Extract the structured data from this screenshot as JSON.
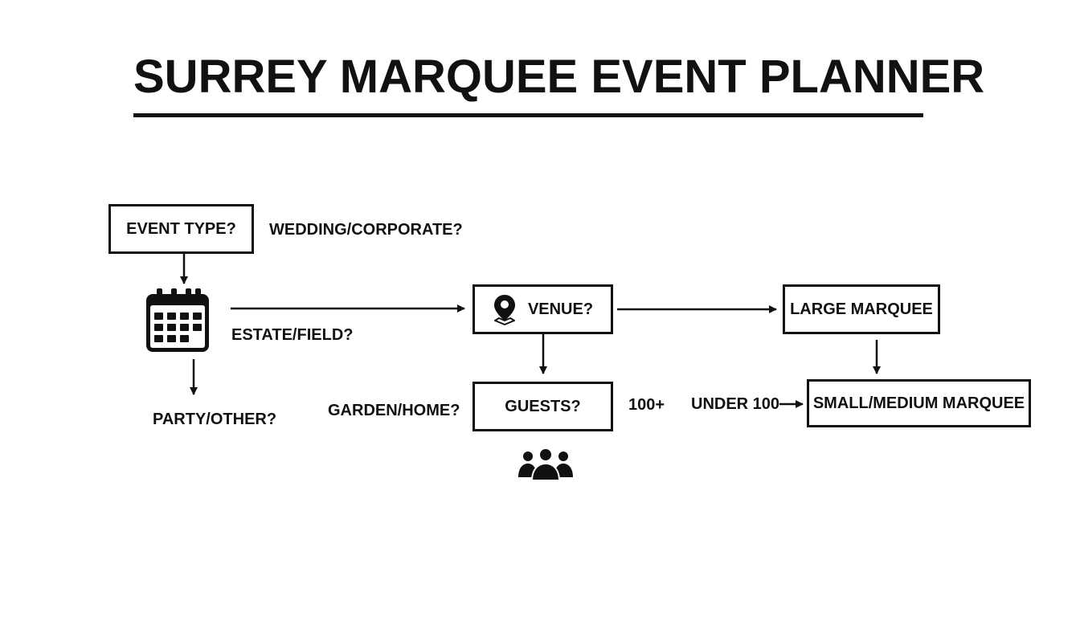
{
  "title": "SURREY MARQUEE EVENT PLANNER",
  "nodes": {
    "event_type": "EVENT TYPE?",
    "venue": "VENUE?",
    "guests": "GUESTS?",
    "large_marquee": "LARGE MARQUEE",
    "small_medium_marquee": "SMALL/MEDIUM MARQUEE"
  },
  "labels": {
    "wedding_corporate": "WEDDING/CORPORATE?",
    "estate_field": "ESTATE/FIELD?",
    "party_other": "PARTY/OTHER?",
    "garden_home": "GARDEN/HOME?",
    "hundred_plus": "100+",
    "under_100": "UNDER 100"
  },
  "icons": {
    "calendar": "calendar-icon",
    "venue": "map-pin-icon",
    "guests": "people-group-icon"
  }
}
